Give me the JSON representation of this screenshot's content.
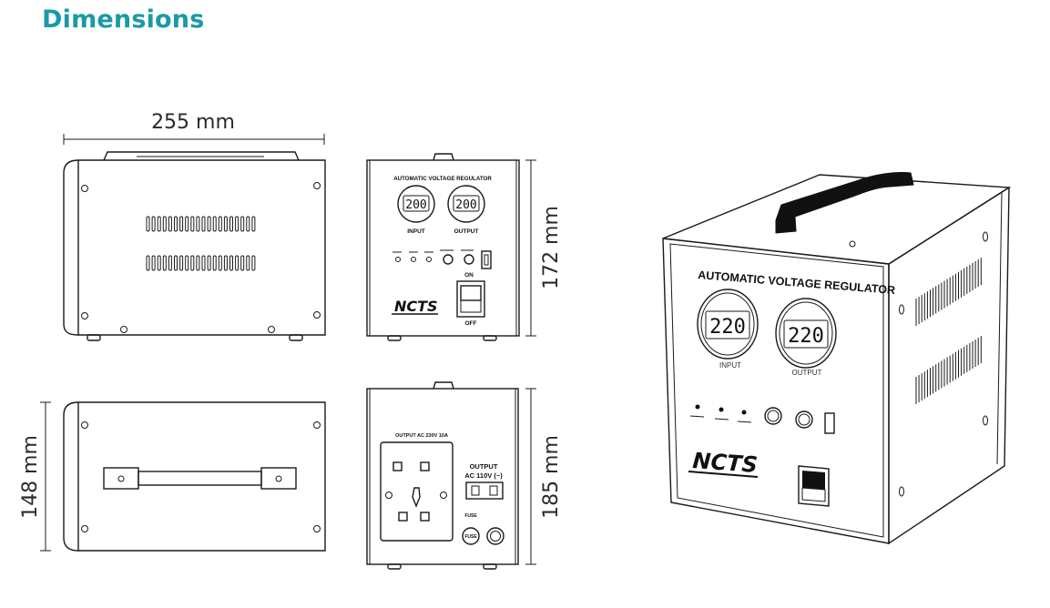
{
  "title": "Dimensions",
  "dimensions": {
    "width": "255 mm",
    "height": "172 mm",
    "depth_top": "148 mm",
    "height_back": "185 mm"
  },
  "front_panel": {
    "heading": "AUTOMATIC VOLTAGE REGULATOR",
    "input_display": "200",
    "output_display": "200",
    "input_label": "INPUT",
    "output_label": "OUTPUT",
    "switch_on": "ON",
    "switch_off": "OFF",
    "brand": "NCTS"
  },
  "back_panel": {
    "outlet_label": "OUTPUT AC 230V 10A",
    "output_heading": "OUTPUT",
    "output_spec": "AC 110V (~)",
    "fuse_label": "FUSE",
    "fuse_cap": "FUSE"
  },
  "perspective_view": {
    "heading": "AUTOMATIC VOLTAGE REGULATOR",
    "input_display": "220",
    "output_display": "220",
    "input_label": "INPUT",
    "output_label": "OUTPUT",
    "brand": "NCTS"
  }
}
